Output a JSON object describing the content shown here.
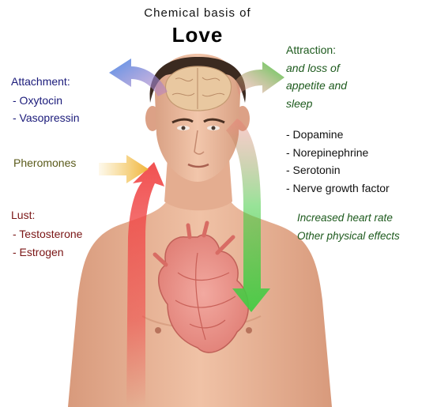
{
  "title": {
    "line1": "Chemical basis of",
    "line2": "Love"
  },
  "attachment": {
    "heading": "Attachment:",
    "items": [
      "- Oxytocin",
      "- Vasopressin"
    ]
  },
  "pheromones": {
    "label": "Pheromones"
  },
  "lust": {
    "heading": "Lust:",
    "items": [
      "- Testosterone",
      "- Estrogen"
    ]
  },
  "attraction": {
    "heading": "Attraction:",
    "effects": [
      "and loss of",
      "appetite and",
      "sleep"
    ],
    "items": [
      "- Dopamine",
      "- Norepinephrine",
      "- Serotonin",
      "- Nerve growth factor"
    ],
    "physical": [
      "Increased heart rate",
      "Other physical effects"
    ]
  },
  "colors": {
    "attachment_text": "#1a1a7a",
    "lust_text": "#7a1515",
    "pheromones_text": "#5a5a1a",
    "attraction_text": "#1d5a1d",
    "red_arrow": "#f04848",
    "green_arrow": "#44cc44",
    "blue_arrow": "#5a8ae0",
    "yellow_arrow": "#f0c040",
    "skin": "#e9b193",
    "heart": "#e8928a"
  }
}
